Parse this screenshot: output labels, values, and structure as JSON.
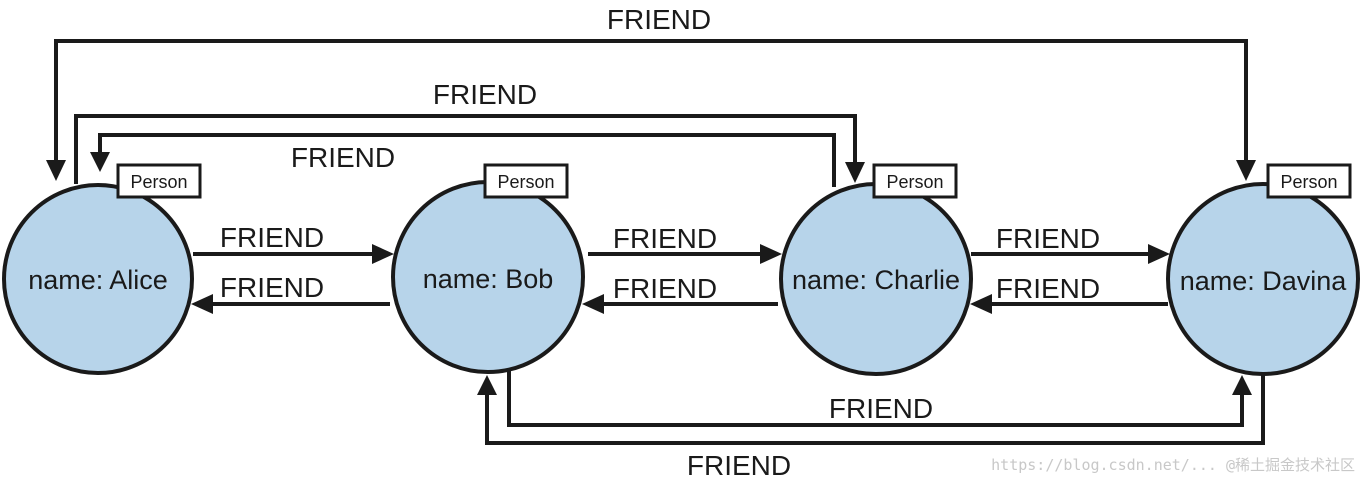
{
  "diagram": {
    "colors": {
      "node_fill": "#b7d4ea",
      "stroke": "#1a1a1a"
    },
    "nodes": [
      {
        "id": "alice",
        "label": "name: Alice",
        "tag": "Person"
      },
      {
        "id": "bob",
        "label": "name: Bob",
        "tag": "Person"
      },
      {
        "id": "charlie",
        "label": "name: Charlie",
        "tag": "Person"
      },
      {
        "id": "davina",
        "label": "name: Davina",
        "tag": "Person"
      }
    ],
    "edges": [
      {
        "from": "alice",
        "to": "bob",
        "label": "FRIEND"
      },
      {
        "from": "bob",
        "to": "alice",
        "label": "FRIEND"
      },
      {
        "from": "bob",
        "to": "charlie",
        "label": "FRIEND"
      },
      {
        "from": "charlie",
        "to": "bob",
        "label": "FRIEND"
      },
      {
        "from": "charlie",
        "to": "davina",
        "label": "FRIEND"
      },
      {
        "from": "davina",
        "to": "charlie",
        "label": "FRIEND"
      },
      {
        "from": "alice",
        "to": "davina",
        "label": "FRIEND"
      },
      {
        "from": "alice",
        "to": "charlie",
        "label": "FRIEND"
      },
      {
        "from": "charlie",
        "to": "alice",
        "label": "FRIEND"
      },
      {
        "from": "bob",
        "to": "davina",
        "label": "FRIEND"
      },
      {
        "from": "davina",
        "to": "bob",
        "label": "FRIEND"
      }
    ],
    "watermark": "https://blog.csdn.net/... @稀土掘金技术社区"
  }
}
